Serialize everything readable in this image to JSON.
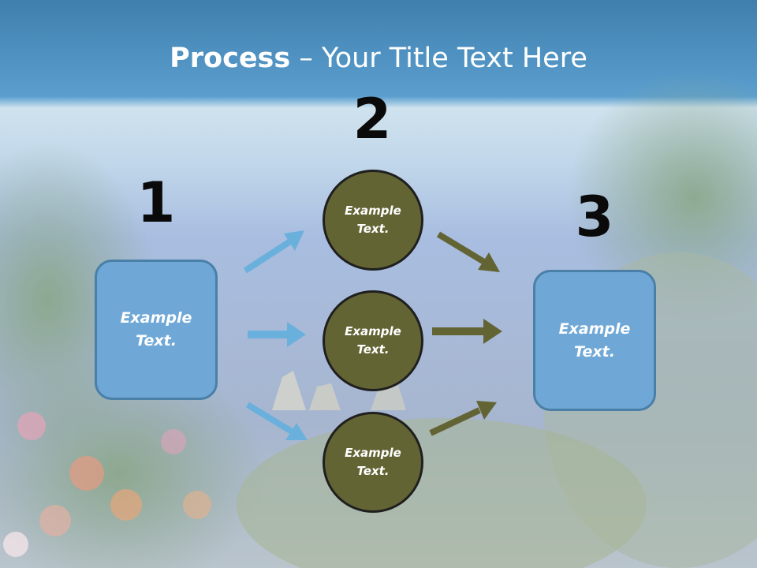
{
  "title": {
    "bold": "Process",
    "rest": " – Your Title Text Here"
  },
  "steps": {
    "one": "1",
    "two": "2",
    "three": "3"
  },
  "left_box": {
    "text": "Example Text."
  },
  "circles": [
    {
      "text": "Example Text."
    },
    {
      "text": "Example Text."
    },
    {
      "text": "Example Text."
    }
  ],
  "right_box": {
    "text": "Example Text."
  },
  "colors": {
    "box_fill": "#6fa8d6",
    "circle_fill": "#636434",
    "blue_arrow": "#6ab0dc",
    "olive_arrow": "#636434"
  }
}
